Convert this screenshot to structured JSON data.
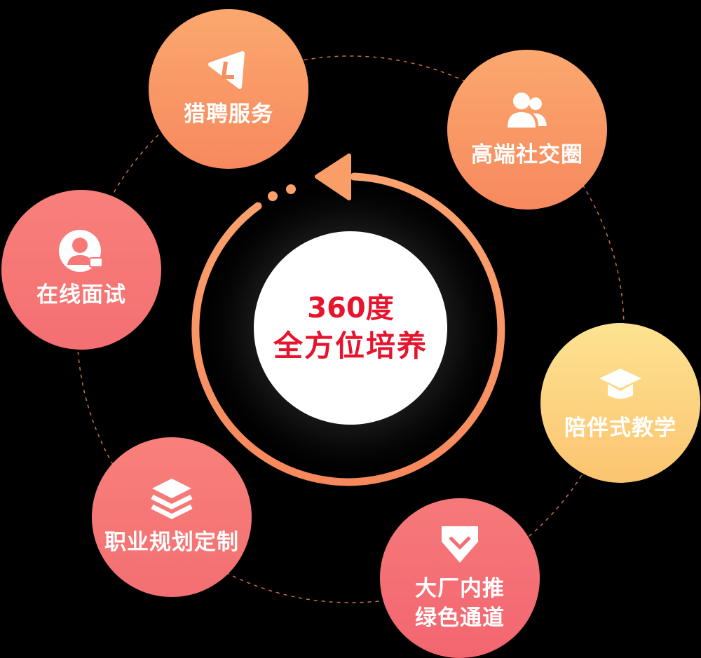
{
  "center": {
    "line1": "360度",
    "line2": "全方位培养"
  },
  "nodes": [
    {
      "label": "猎聘服务",
      "icon": "liepin-logo-icon"
    },
    {
      "label": "高端社交圈",
      "icon": "users-icon"
    },
    {
      "label": "在线面试",
      "icon": "user-chat-icon"
    },
    {
      "label": "陪伴式教学",
      "icon": "graduation-cap-icon"
    },
    {
      "label": "职业规划定制",
      "icon": "layers-icon"
    },
    {
      "label": "大厂内推",
      "label2": "绿色通道",
      "icon": "diamond-icon"
    }
  ],
  "colors": {
    "orange": "#f99a66",
    "red": "#f4727a",
    "yellow": "#fdd586",
    "accent": "#e6142d"
  }
}
